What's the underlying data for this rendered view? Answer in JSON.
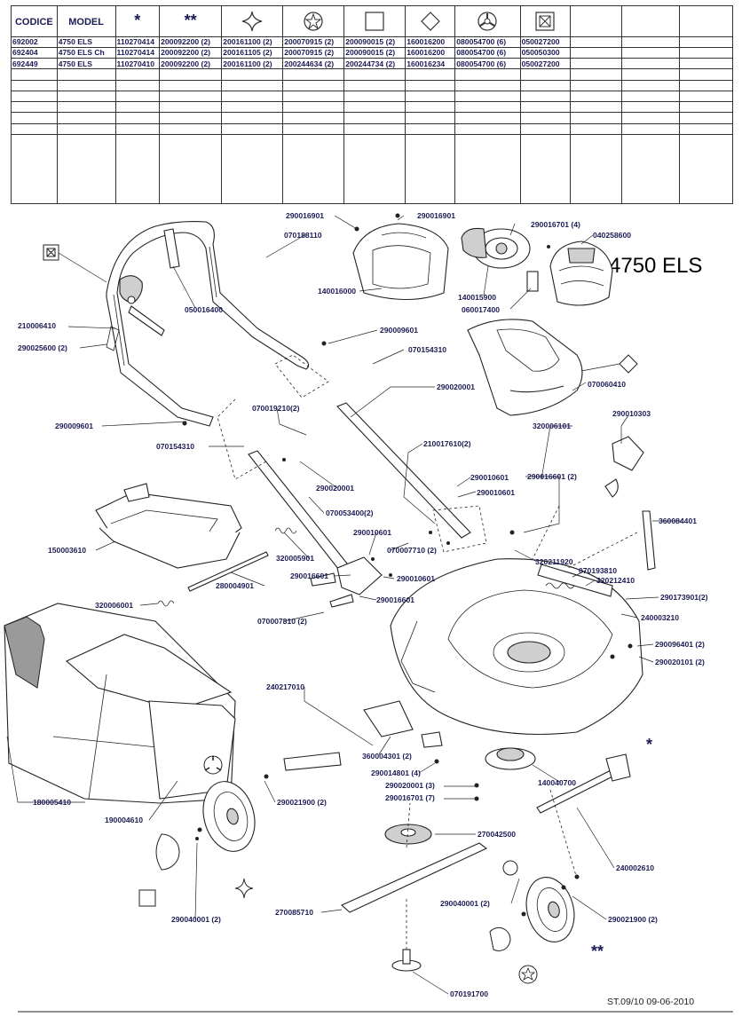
{
  "table": {
    "headers": {
      "codice": "CODICE",
      "model": "MODEL",
      "star": "*",
      "star2": "**"
    },
    "icon_columns": [
      "cross-star",
      "star",
      "square",
      "diamond",
      "wheel",
      "boxed-x"
    ],
    "rows": [
      [
        "692002",
        "4750 ELS",
        "110270414",
        "200092200 (2)",
        "200161100 (2)",
        "200070915 (2)",
        "200090015 (2)",
        "160016200",
        "080054700 (6)",
        "050027200"
      ],
      [
        "692404",
        "4750 ELS Ch",
        "110270414",
        "200092200 (2)",
        "200161105 (2)",
        "200070915 (2)",
        "200090015 (2)",
        "160016200",
        "080054700 (6)",
        "050050300"
      ],
      [
        "692449",
        "4750 ELS",
        "110270410",
        "200092200 (2)",
        "200161100 (2)",
        "200244634 (2)",
        "200244734 (2)",
        "160016234",
        "080054700 (6)",
        "050027200"
      ]
    ]
  },
  "drawing": {
    "title": "4750 ELS",
    "footer": "ST.09/10  09-06-2010",
    "labels": {
      "p290016901a": "290016901",
      "p290016901b": "290016901",
      "p070188110": "070188110",
      "p140016000": "140016000",
      "p290016701_4": "290016701 (4)",
      "p040258600": "040258600",
      "p140015900": "140015900",
      "p060017400": "060017400",
      "p050016400": "050016400",
      "p210006410": "210006410",
      "p290025600_2": "290025600 (2)",
      "p290009601a": "290009601",
      "p070154310a": "070154310",
      "p290020001": "290020001",
      "p070060410": "070060410",
      "p290010303": "290010303",
      "p290009601b": "290009601",
      "p070019210_2": "070019210(2)",
      "p070154310b": "070154310",
      "p320006101": "320006101",
      "p210017610_2": "210017610(2)",
      "p290020001b": "290020001",
      "p290010601a": "290010601",
      "p290010601b": "290010601",
      "p290016601_2": "290016601 (2)",
      "p360084401": "360084401",
      "p070053400_2": "070053400(2)",
      "p150003610": "150003610",
      "p290010601c": "290010601",
      "p070007710_2": "070007710 (2)",
      "p320211920": "320211920",
      "p070193810": "070193810",
      "p320005901": "320005901",
      "p290016601a": "290016601",
      "p290010601d": "290010601",
      "p320212410": "320212410",
      "p290173901_2": "290173901(2)",
      "p280004901": "280004901",
      "p320006001": "320006001",
      "p290016601b": "290016601",
      "p240003210": "240003210",
      "p070007810_2": "070007810 (2)",
      "p290096401_2": "290096401 (2)",
      "p290020101_2": "290020101 (2)",
      "p240217010": "240217010",
      "p360004301_2": "360004301 (2)",
      "p290014801_4": "290014801 (4)",
      "p290020001_3": "290020001 (3)",
      "p290016701_7": "290016701 (7)",
      "p140040700": "140040700",
      "p180005410": "180005410",
      "p190004610": "190004610",
      "p290021900_2a": "290021900 (2)",
      "p270042500": "270042500",
      "p240002610": "240002610",
      "p290040001_2a": "290040001 (2)",
      "p290040001_2b": "290040001 (2)",
      "p290021900_2b": "290021900 (2)",
      "p270085710": "270085710",
      "p070191700": "070191700",
      "star": "*",
      "star2": "**"
    }
  }
}
